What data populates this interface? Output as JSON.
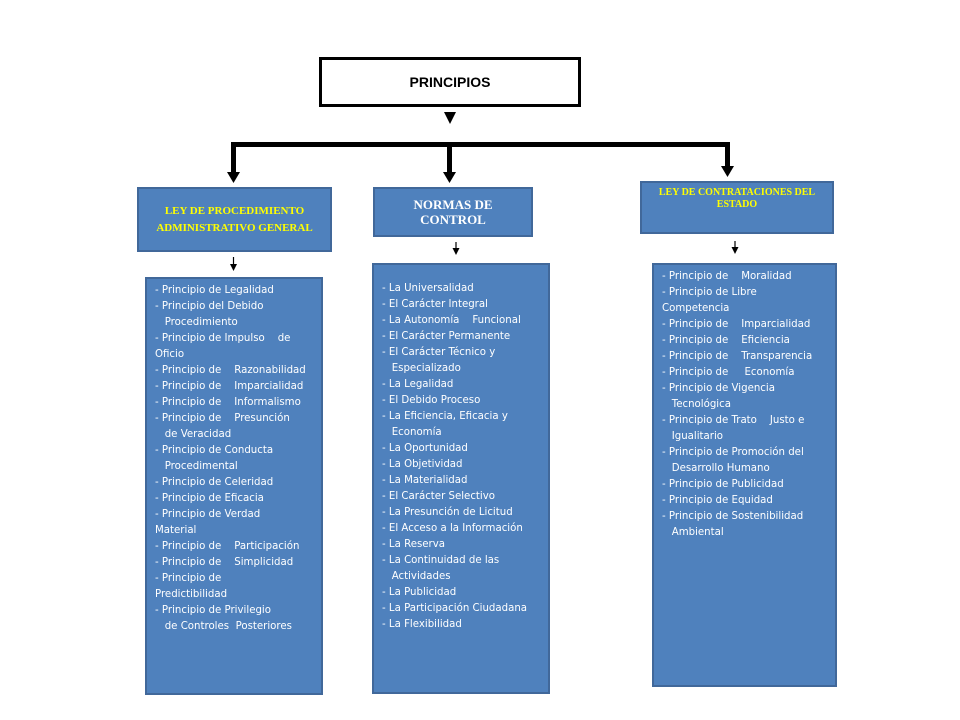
{
  "title": "PRINCIPIOS",
  "columns": [
    {
      "header": "LEY DE PROCEDIMIENTO ADMINISTRATIVO GENERAL",
      "items": [
        "- Principio de Legalidad",
        "- Principio del Debido\n   Procedimiento",
        "- Principio de Impulso    de\nOficio",
        "- Principio de    Razonabilidad",
        "- Principio de    Imparcialidad",
        "- Principio de    Informalismo",
        "- Principio de    Presunción\n   de Veracidad",
        "- Principio de Conducta\n   Procedimental",
        "- Principio de Celeridad",
        "- Principio de Eficacia",
        "- Principio de Verdad\nMaterial",
        "- Principio de    Participación",
        "- Principio de    Simplicidad",
        "- Principio de\nPredictibilidad",
        "- Principio de Privilegio\n   de Controles  Posteriores"
      ]
    },
    {
      "header": "NORMAS DE CONTROL",
      "items": [
        "- La Universalidad",
        "- El Carácter Integral",
        "- La Autonomía    Funcional",
        "- El Carácter Permanente",
        "- El Carácter Técnico y\n   Especializado",
        "- La Legalidad",
        "- El Debido Proceso",
        "- La Eficiencia, Eficacia y\n   Economía",
        "- La Oportunidad",
        "- La Objetividad",
        "- La Materialidad",
        "- El Carácter Selectivo",
        "- La Presunción de Licitud",
        "- El Acceso a la Información",
        "- La Reserva",
        "- La Continuidad de las\n   Actividades",
        "- La Publicidad",
        "- La Participación Ciudadana",
        "- La Flexibilidad"
      ]
    },
    {
      "header": "LEY DE CONTRATACIONES DEL ESTADO",
      "items": [
        "- Principio de    Moralidad",
        "- Principio de Libre\nCompetencia",
        "- Principio de    Imparcialidad",
        "- Principio de    Eficiencia",
        "- Principio de    Transparencia",
        "- Principio de     Economía",
        "- Principio de Vigencia\n   Tecnológica",
        "- Principio de Trato    Justo e\n   Igualitario",
        "- Principio de Promoción del\n   Desarrollo Humano",
        "- Principio de Publicidad",
        "- Principio de Equidad",
        "- Principio de Sostenibilidad\n   Ambiental"
      ]
    }
  ],
  "colors": {
    "box_fill": "#4f81bd",
    "header_text_highlight": "#ffff00",
    "text_white": "#ffffff",
    "lines": "#000000"
  }
}
